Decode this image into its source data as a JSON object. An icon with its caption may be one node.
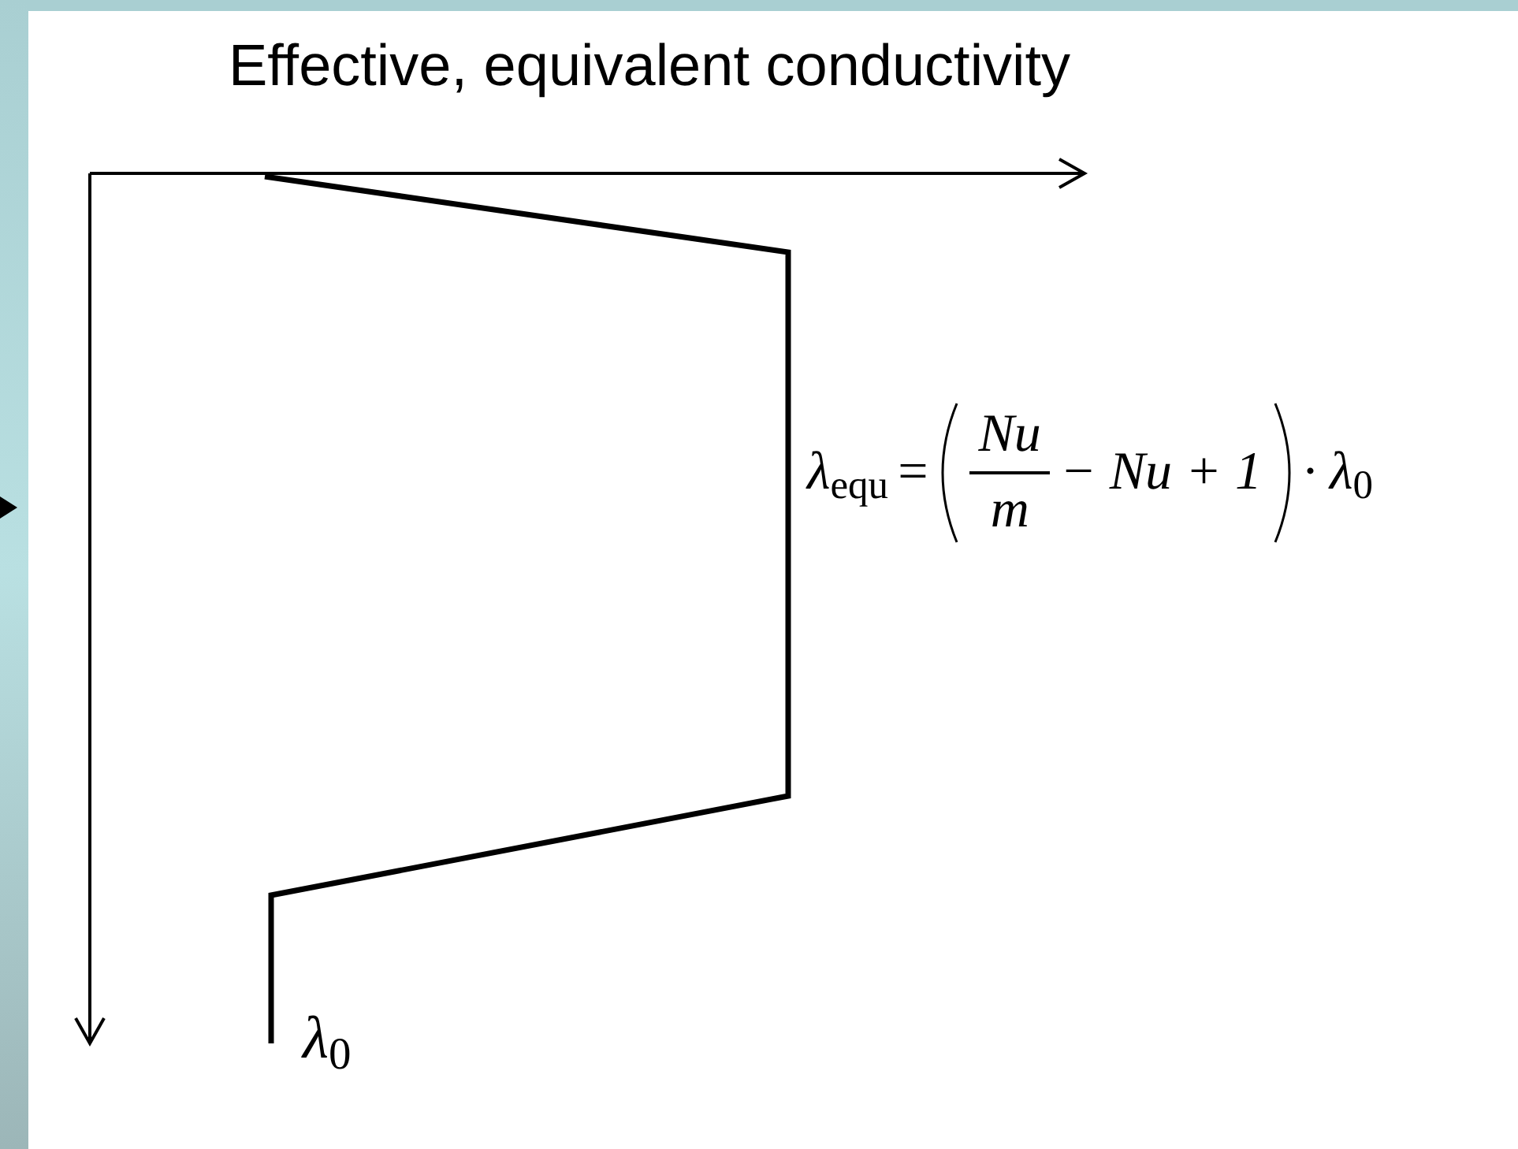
{
  "diagram": {
    "title": "Effective, equivalent conductivity",
    "labels": [
      "λ$_{equ}$",
      "=",
      "Nu",
      "m",
      "− Nu + 1",
      "· λ$_{0}$",
      "λ$_{0}$"
    ]
  }
}
